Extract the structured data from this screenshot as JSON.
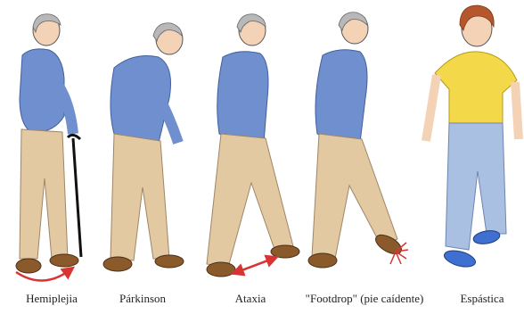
{
  "captions": {
    "hemiplejia": "Hemiplejia",
    "parkinson": "Párkinson",
    "ataxia": "Ataxia",
    "footdrop": "\"Footdrop\" (pie caídente)",
    "espastica": "Espástica"
  },
  "colors": {
    "shirt": "#6f8fcf",
    "shirt_kid": "#f3d84a",
    "pants": "#e2c9a2",
    "jeans": "#a9c0e3",
    "shoes": "#8b5a2b",
    "shoes_kid": "#3f6fd0",
    "skin": "#f3d2b6",
    "hair_old": "#b8b8b8",
    "hair_kid": "#b5562c",
    "arrow": "#d93434"
  }
}
